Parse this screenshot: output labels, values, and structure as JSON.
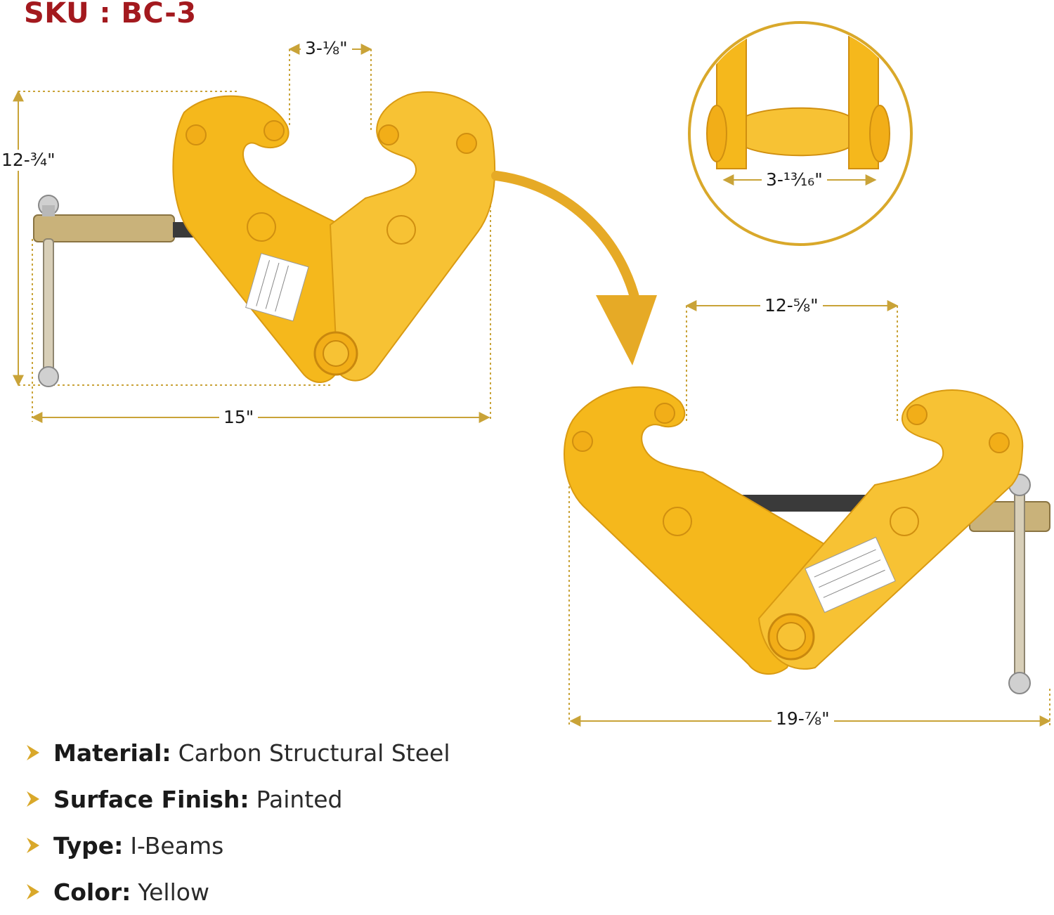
{
  "sku": "SKU : BC-3",
  "dimensions": {
    "jaw_closed": "3-⅛\"",
    "height": "12-¾\"",
    "length_closed": "15\"",
    "flange_width": "3-¹³⁄₁₆\"",
    "jaw_open": "12-⅝\"",
    "length_open": "19-⅞\""
  },
  "specs": [
    {
      "label": "Material:",
      "value": "Carbon Structural Steel"
    },
    {
      "label": "Surface Finish:",
      "value": "Painted"
    },
    {
      "label": "Type:",
      "value": "I-Beams"
    },
    {
      "label": "Color:",
      "value": "Yellow"
    }
  ],
  "colors": {
    "sku": "#a3191e",
    "clamp_yellow": "#f5b81c",
    "accent_gold": "#d9a82a",
    "dim_line": "#c9a338"
  }
}
